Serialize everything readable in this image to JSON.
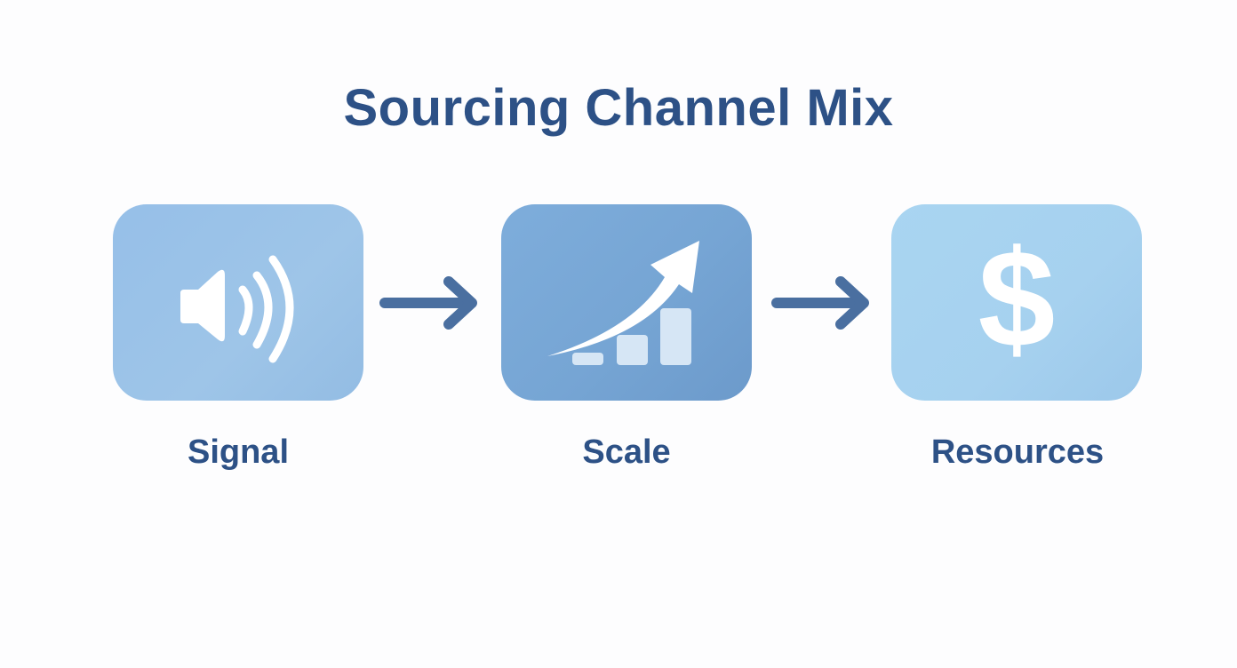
{
  "title": "Sourcing Channel Mix",
  "colors": {
    "title": "#2d5186",
    "arrow": "#4a6fa0",
    "card_signal": "#9bc3e8",
    "card_scale": "#76a5d4",
    "card_resources": "#a6d1ef",
    "icon": "#ffffff"
  },
  "steps": [
    {
      "label": "Signal",
      "icon": "speaker-icon"
    },
    {
      "label": "Scale",
      "icon": "growth-chart-icon"
    },
    {
      "label": "Resources",
      "icon": "dollar-icon"
    }
  ],
  "connectors": [
    {
      "from": "Signal",
      "to": "Scale",
      "icon": "arrow-right-icon"
    },
    {
      "from": "Scale",
      "to": "Resources",
      "icon": "arrow-right-icon"
    }
  ]
}
